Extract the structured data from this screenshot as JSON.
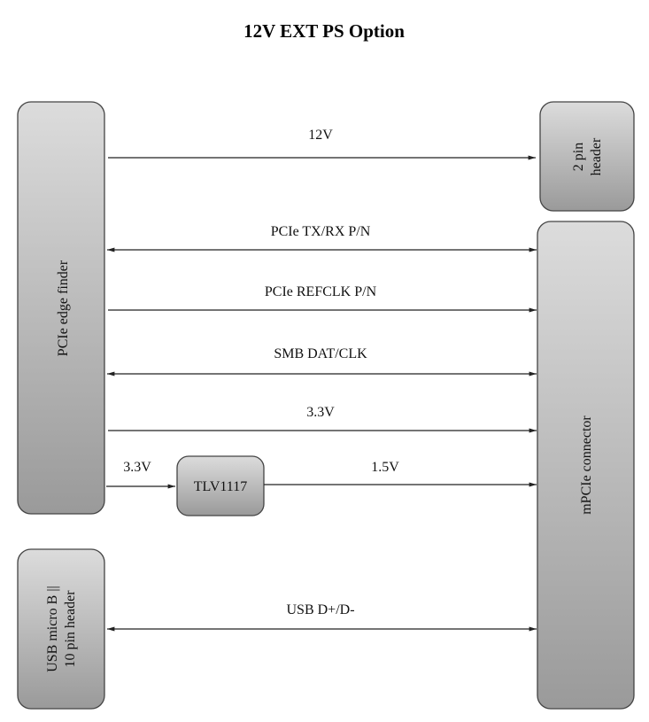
{
  "title": "12V EXT PS Option",
  "blocks": {
    "pcie_edge": "PCIe edge finder",
    "usb_line1": "USB micro B ||",
    "usb_line2": "10 pin header",
    "pin_header_line1": "2 pin",
    "pin_header_line2": "header",
    "mpcie": "mPCIe connector",
    "regulator": "TLV1117"
  },
  "signals": {
    "v12": "12V",
    "txrx": "PCIe TX/RX P/N",
    "refclk": "PCIe REFCLK P/N",
    "smb": "SMB DAT/CLK",
    "v33": "3.3V",
    "v33_reg_in": "3.3V",
    "v15": "1.5V",
    "usb": "USB D+/D-"
  }
}
